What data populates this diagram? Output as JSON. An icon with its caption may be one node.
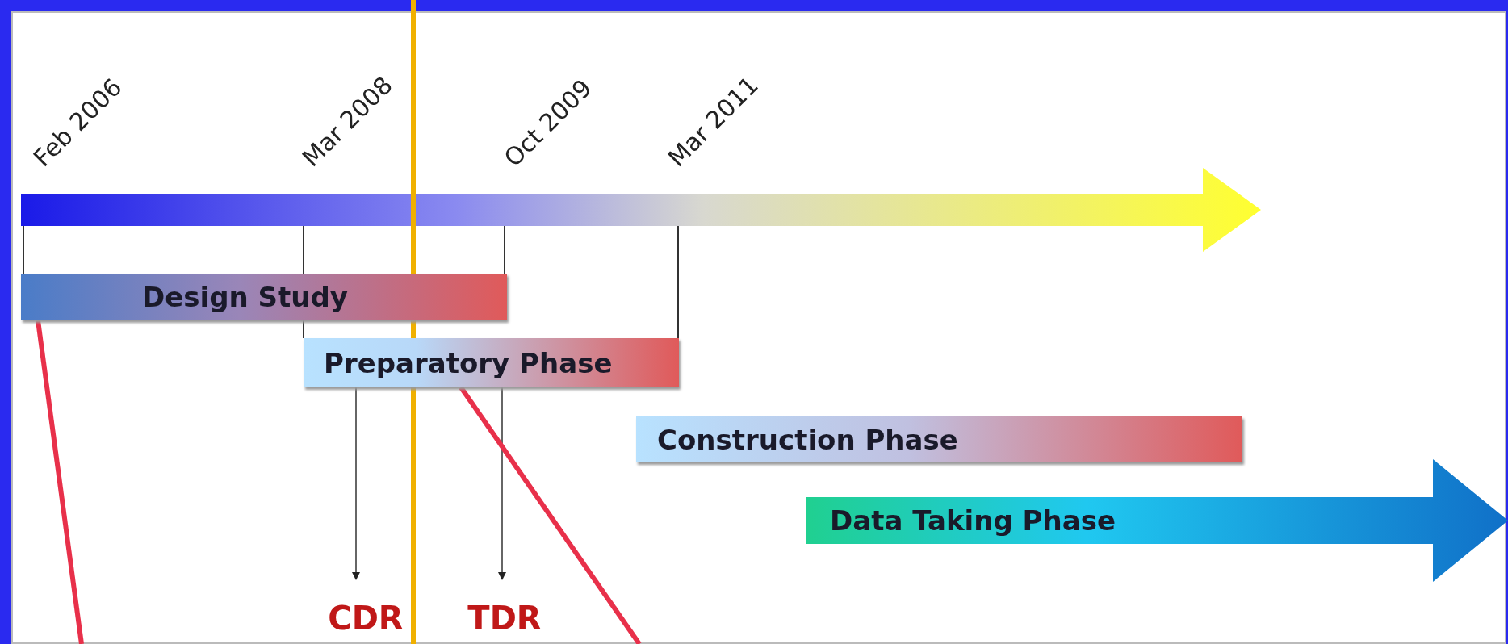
{
  "diagram": {
    "nodes": [
      {
        "text": [
          "Design Study"
        ]
      },
      {
        "text": [
          "Preparatory Phase"
        ]
      },
      {
        "text": [
          "Construction Phase"
        ]
      },
      {
        "text": [
          "Data Taking Phase"
        ]
      },
      {
        "text": [
          "CDR"
        ]
      },
      {
        "text": [
          "TDR"
        ]
      }
    ],
    "edges": [
      {
        "from": 1,
        "to": 4,
        "arrow": "to"
      },
      {
        "from": 1,
        "to": 5,
        "arrow": "to"
      },
      {
        "from": 0,
        "to": null,
        "arrow": "none",
        "style": "thick",
        "color": "#e8304a"
      },
      {
        "from": 1,
        "to": null,
        "arrow": "none",
        "style": "thick",
        "color": "#e8304a"
      }
    ],
    "labels": [
      "Feb 2006",
      "Mar 2008",
      "Oct 2009",
      "Mar 2011"
    ]
  }
}
